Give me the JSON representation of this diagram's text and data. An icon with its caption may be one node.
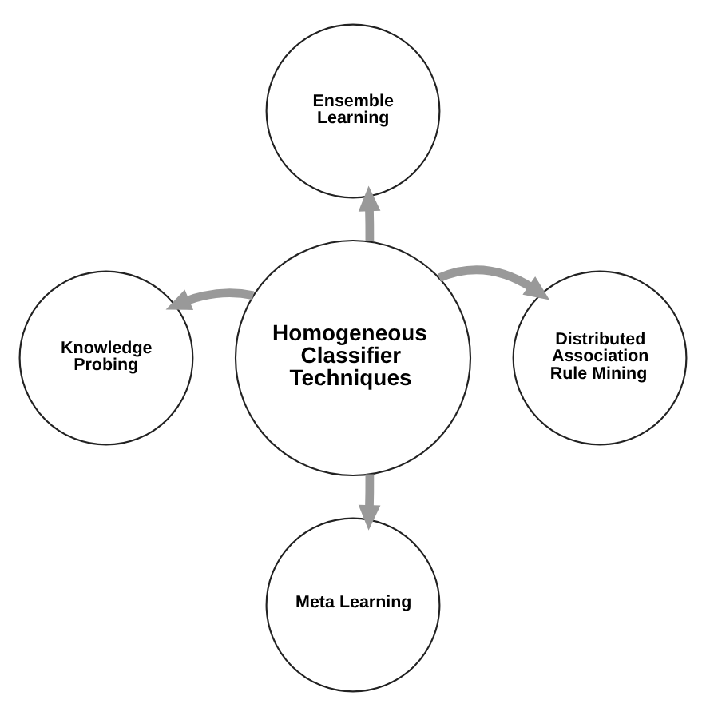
{
  "diagram": {
    "nodes": [
      {
        "text": [
          "Homogeneous Classifier Techniques"
        ]
      },
      {
        "text": [
          "Ensemble Learning"
        ]
      },
      {
        "text": [
          "Knowledge Probing"
        ]
      },
      {
        "text": [
          "Distributed Association Rule Mining"
        ]
      },
      {
        "text": [
          "Meta Learning"
        ]
      }
    ],
    "edges": [
      {
        "from": 0,
        "to": 1,
        "arrow": "to"
      },
      {
        "from": 0,
        "to": 2,
        "arrow": "to"
      },
      {
        "from": 0,
        "to": 3,
        "arrow": "to"
      },
      {
        "from": 0,
        "to": 4,
        "arrow": "to"
      }
    ]
  }
}
